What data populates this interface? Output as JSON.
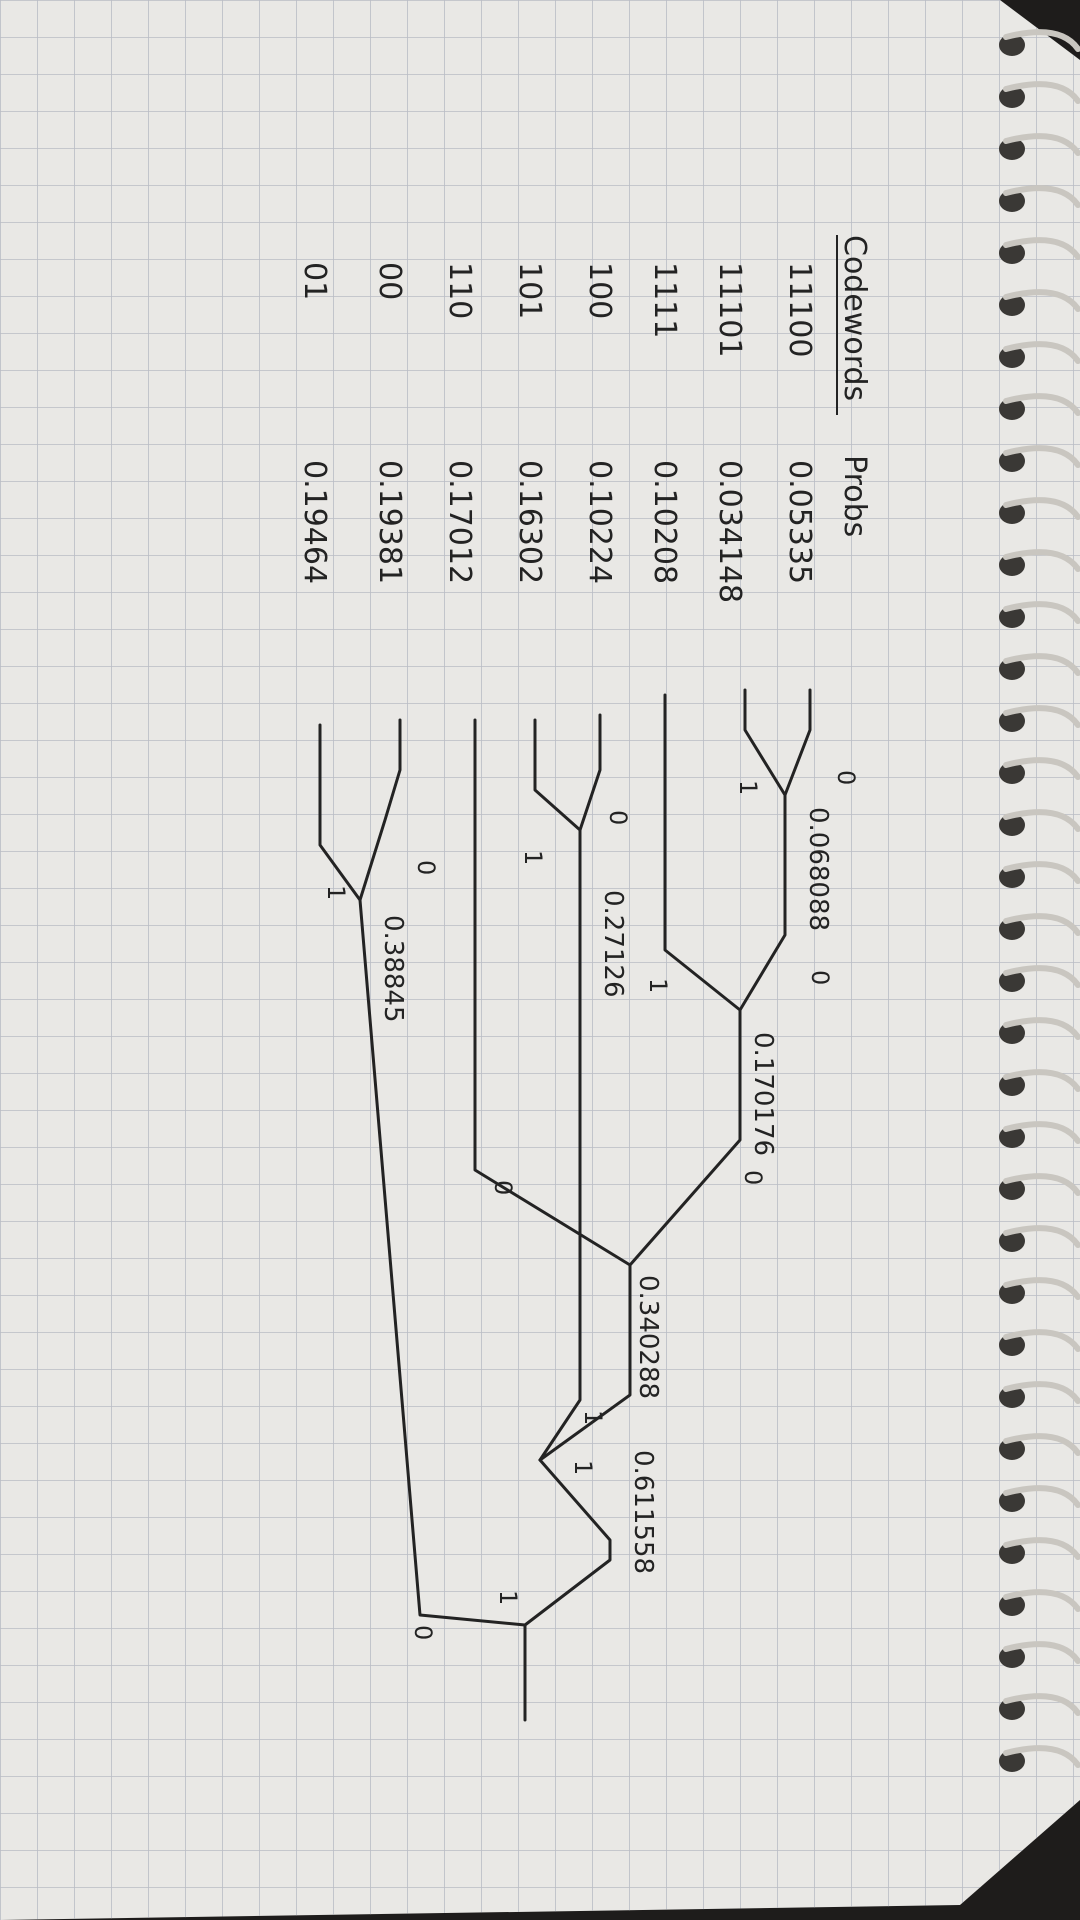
{
  "colors": {
    "paper": "#e9e8e5",
    "grid": "#b9bcc4",
    "ink": "#232323",
    "background": "#1e1c1b",
    "spiral_ring": "#c9c6c0",
    "spiral_hole": "#3a3835"
  },
  "headers": {
    "codewords": "Codewords",
    "probs": "Probs"
  },
  "table": [
    {
      "codeword": "11100",
      "prob": "0.05335"
    },
    {
      "codeword": "11101",
      "prob": "0.034148"
    },
    {
      "codeword": "1111",
      "prob": "0.10208"
    },
    {
      "codeword": "100",
      "prob": "0.10224"
    },
    {
      "codeword": "101",
      "prob": "0.16302"
    },
    {
      "codeword": "110",
      "prob": "0.17012"
    },
    {
      "codeword": "00",
      "prob": "0.19381"
    },
    {
      "codeword": "01",
      "prob": "0.19464"
    }
  ],
  "tree": {
    "merge_probs": [
      "0.068088",
      "0.170176",
      "0.27126",
      "0.340288",
      "0.38845",
      "0.611558"
    ],
    "bit_zero": "0",
    "bit_one": "1"
  }
}
